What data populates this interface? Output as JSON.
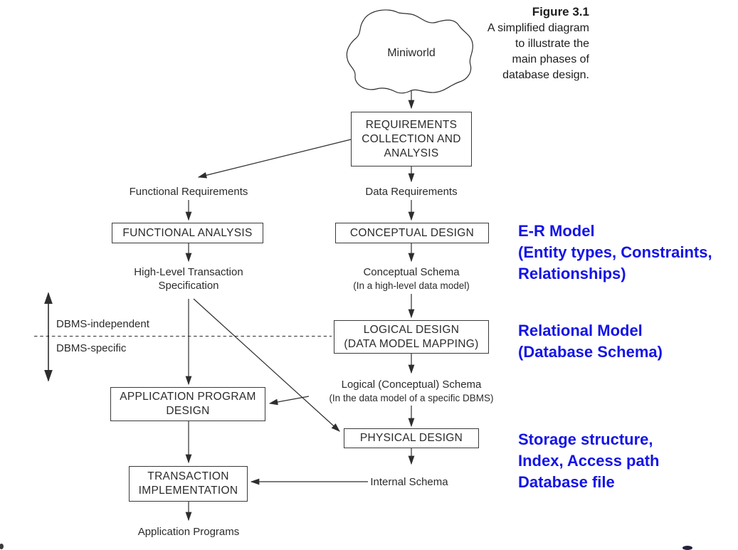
{
  "figure": {
    "title": "Figure 3.1",
    "caption_lines": [
      "A simplified diagram",
      "to illustrate the",
      "main phases of",
      "database design."
    ]
  },
  "cloud": {
    "label": "Miniworld"
  },
  "boxes": {
    "requirements": [
      "REQUIREMENTS",
      "COLLECTION AND",
      "ANALYSIS"
    ],
    "functional_analysis": [
      "FUNCTIONAL ANALYSIS"
    ],
    "conceptual_design": [
      "CONCEPTUAL DESIGN"
    ],
    "logical_design": [
      "LOGICAL DESIGN",
      "(DATA MODEL MAPPING)"
    ],
    "application_program_design": [
      "APPLICATION PROGRAM",
      "DESIGN"
    ],
    "physical_design": [
      "PHYSICAL DESIGN"
    ],
    "transaction_implementation": [
      "TRANSACTION",
      "IMPLEMENTATION"
    ]
  },
  "labels": {
    "functional_requirements": "Functional Requirements",
    "data_requirements": "Data Requirements",
    "high_level_transaction": [
      "High-Level Transaction",
      "Specification"
    ],
    "conceptual_schema": [
      "Conceptual Schema",
      "(In a high-level data model)"
    ],
    "logical_schema": [
      "Logical (Conceptual) Schema",
      "(In the data model of a specific DBMS)"
    ],
    "internal_schema": "Internal Schema",
    "application_programs": "Application Programs",
    "dbms_independent": "DBMS-independent",
    "dbms_specific": "DBMS-specific"
  },
  "annotations": {
    "er_model": [
      "E-R Model",
      "(Entity types, Constraints,",
      "Relationships)"
    ],
    "relational_model": [
      "Relational Model",
      "(Database Schema)"
    ],
    "physical_storage": [
      "Storage structure,",
      "Index, Access path",
      "Database file"
    ]
  },
  "colors": {
    "annotation_blue": "#1414e6",
    "ink": "#2e2e2e"
  }
}
